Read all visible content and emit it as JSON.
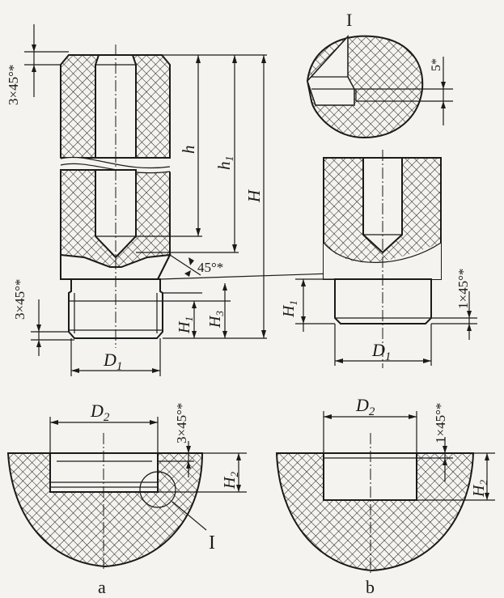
{
  "labels": {
    "chamfer_top": "3×45°*",
    "chamfer_bottom_a": "3×45°*",
    "angle": "45°*",
    "h": "h",
    "h1": "h",
    "h1_sub": "1",
    "H": "H",
    "H1_a": "H",
    "H1_a_sub": "1",
    "H3": "H",
    "H3_sub": "3",
    "D1_a": "D",
    "D1_a_sub": "1",
    "detail_I_top": "I",
    "five": "5*",
    "chamfer_b": "1×45°*",
    "H1_b": "H",
    "H1_b_sub": "1",
    "D1_b": "D",
    "D1_b_sub": "1",
    "D2_a": "D",
    "D2_a_sub": "2",
    "chamfer_a_low": "3×45°*",
    "H2_a": "H",
    "H2_a_sub": "2",
    "detail_I_bottom": "I",
    "D2_b": "D",
    "D2_b_sub": "2",
    "chamfer_b_low": "1×45°*",
    "H2_b": "H",
    "H2_b_sub": "2",
    "caption_a": "a",
    "caption_b": "b"
  }
}
